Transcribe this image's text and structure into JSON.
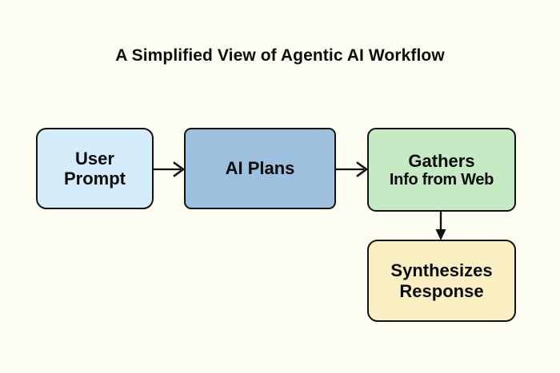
{
  "diagram": {
    "title": "A Simplified View of Agentic AI Workflow",
    "background_color": "#fdfdf1",
    "type": "flowchart",
    "nodes": [
      {
        "id": "user-prompt",
        "line1": "User",
        "line2": "Prompt",
        "fill": "#d5ecfa",
        "stroke": "#121212"
      },
      {
        "id": "ai-plans",
        "line1": "AI Plans",
        "line2": "",
        "fill": "#9dc0de",
        "stroke": "#121212"
      },
      {
        "id": "gathers",
        "line1": "Gathers",
        "line2": "Info from Web",
        "fill": "#c6eac4",
        "stroke": "#121212"
      },
      {
        "id": "synthesizes",
        "line1": "Synthesizes",
        "line2": "Response",
        "fill": "#fbf0c4",
        "stroke": "#121212"
      }
    ],
    "edges": [
      {
        "id": "edge-1",
        "from": "user-prompt",
        "to": "ai-plans",
        "label": "",
        "direction": "right",
        "head": "open"
      },
      {
        "id": "edge-2",
        "from": "ai-plans",
        "to": "gathers",
        "label": "",
        "direction": "right",
        "head": "open"
      },
      {
        "id": "edge-3",
        "from": "gathers",
        "to": "synthesizes",
        "label": "",
        "direction": "down",
        "head": "filled"
      }
    ]
  }
}
